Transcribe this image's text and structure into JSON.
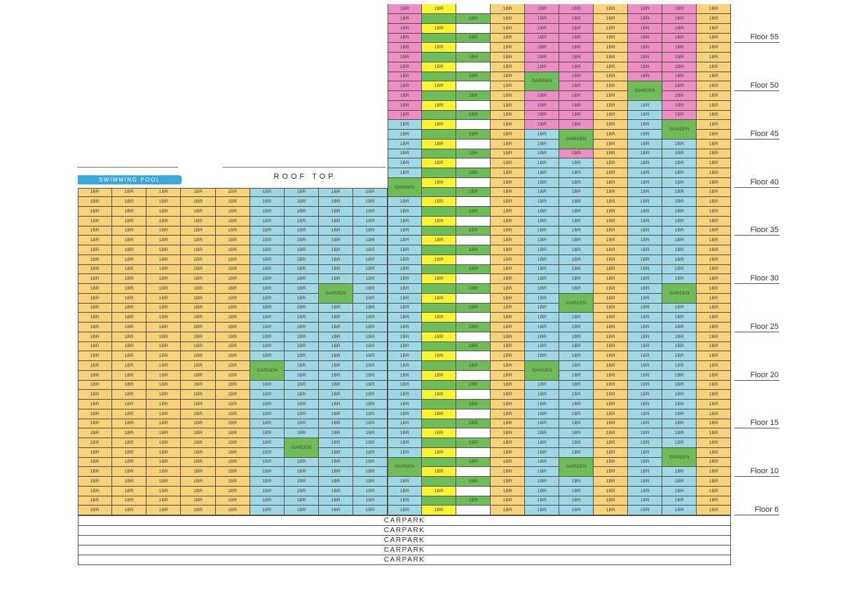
{
  "colors": {
    "yellow": "#f7d27a",
    "cyan": "#9dd8e4",
    "pink": "#ec8dc4",
    "green": "#6fbd58",
    "bright_yellow": "#fbf336",
    "white": "#ffffff",
    "pool_blue": "#3aa8dc",
    "line": "#55524a"
  },
  "labels": {
    "pool": "SWIMMING POOL",
    "rooftop": "ROOF TOP",
    "unit": "1BR",
    "garden": "GARDEN",
    "carpark": [
      "CARPARK",
      "CARPARK",
      "CARPARK",
      "CARPARK",
      "CARPARK"
    ]
  },
  "floor_labels": [
    {
      "text": "Floor 55",
      "floor": 55
    },
    {
      "text": "Floor 50",
      "floor": 50
    },
    {
      "text": "Floor 45",
      "floor": 45
    },
    {
      "text": "Floor 40",
      "floor": 40
    },
    {
      "text": "Floor 35",
      "floor": 35
    },
    {
      "text": "Floor 30",
      "floor": 30
    },
    {
      "text": "Floor 25",
      "floor": 25
    },
    {
      "text": "Floor 20",
      "floor": 20
    },
    {
      "text": "Floor 15",
      "floor": 15
    },
    {
      "text": "Floor 10",
      "floor": 10
    },
    {
      "text": "Floor 6",
      "floor": 6
    }
  ],
  "building": {
    "top_floor": 58,
    "bottom_floor": 6,
    "low_block_top_floor": 39,
    "low_columns": [
      "y",
      "y",
      "y",
      "y",
      "y",
      "c",
      "c",
      "c",
      "c"
    ],
    "high_columns": [
      "X",
      "Y",
      "A",
      "y",
      "B",
      "C",
      "y",
      "D",
      "E",
      "y"
    ],
    "high_col_rules": {
      "B": {
        "pink_from": 46
      },
      "C": {
        "pink_from": 43
      },
      "D": {
        "pink_from": 49
      },
      "E": {
        "pink_from": 46
      }
    },
    "gardens": [
      {
        "block": "low",
        "col": 5,
        "floor": 20
      },
      {
        "block": "low",
        "col": 6,
        "floor": 12
      },
      {
        "block": "low",
        "col": 7,
        "floor": 28
      },
      {
        "block": "X",
        "floor": 39
      },
      {
        "block": "X",
        "floor": 10
      },
      {
        "block": "B",
        "floor": 20
      },
      {
        "block": "B",
        "floor": 50
      },
      {
        "block": "C",
        "floor": 10
      },
      {
        "block": "C",
        "floor": 27
      },
      {
        "block": "C",
        "floor": 44
      },
      {
        "block": "D",
        "floor": 49
      },
      {
        "block": "E",
        "floor": 11
      },
      {
        "block": "E",
        "floor": 28
      },
      {
        "block": "E",
        "floor": 45
      }
    ]
  }
}
